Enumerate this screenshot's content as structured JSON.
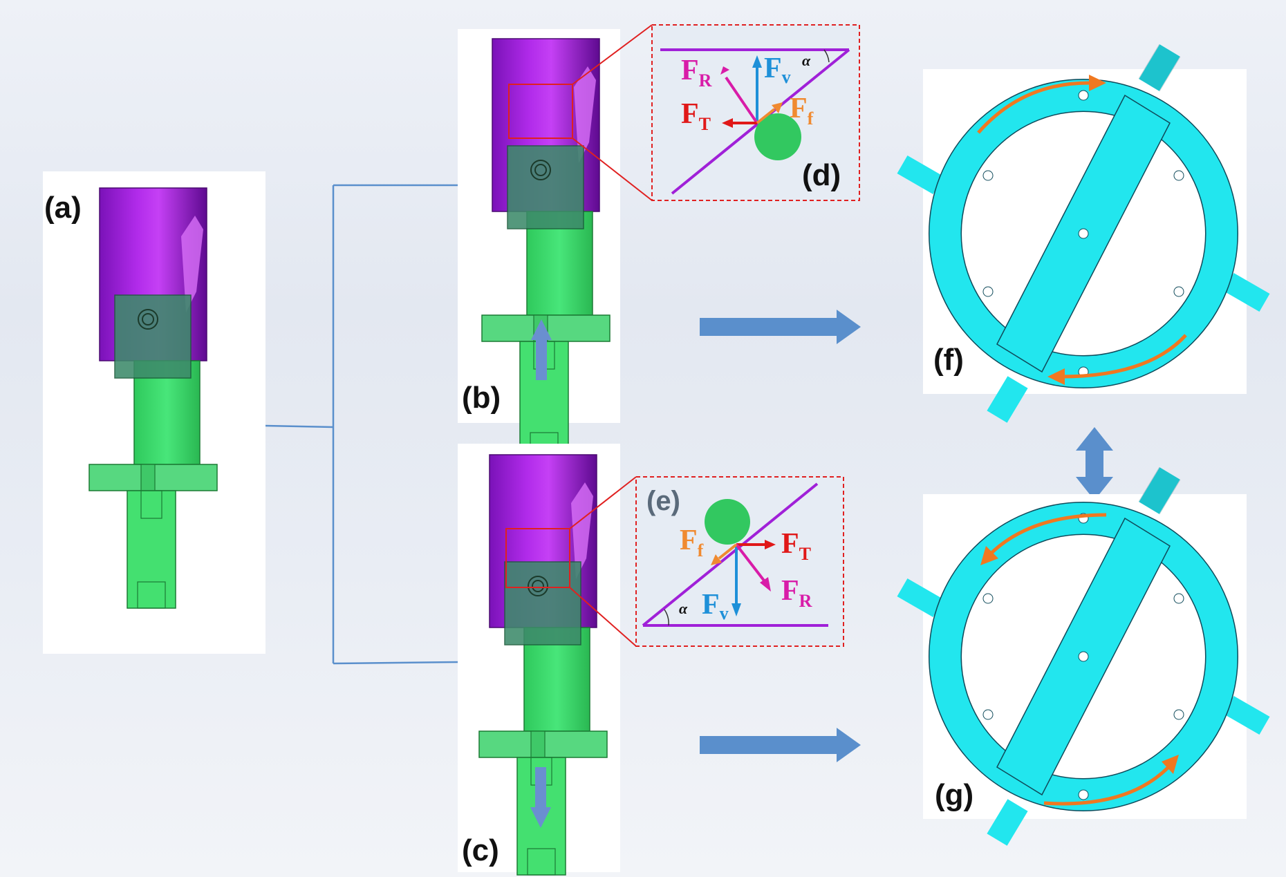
{
  "panels": {
    "a": "(a)",
    "b": "(b)",
    "c": "(c)",
    "d": "(d)",
    "e": "(e)",
    "f": "(f)",
    "g": "(g)"
  },
  "forces": {
    "d": {
      "R": "F",
      "R_sub": "R",
      "V": "F",
      "V_sub": "v",
      "T": "F",
      "T_sub": "T",
      "f": "F",
      "f_sub": "f",
      "alpha": "α"
    },
    "e": {
      "R": "F",
      "R_sub": "R",
      "V": "F",
      "V_sub": "v",
      "T": "F",
      "T_sub": "T",
      "f": "F",
      "f_sub": "f",
      "alpha": "α"
    }
  },
  "colors": {
    "housing": "#a020d8",
    "shaft": "#3ddc6a",
    "ring": "#22e6ee",
    "arrow_blue": "#5a8fcc",
    "rotation": "#f07820",
    "force_R": "#d81ca8",
    "force_V": "#1e90d8",
    "force_T": "#e01818",
    "force_f": "#f08a30"
  }
}
